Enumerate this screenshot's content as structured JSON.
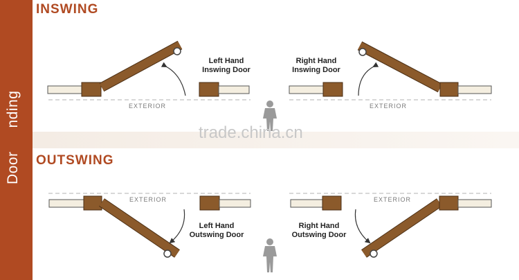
{
  "side_label": [
    "Door",
    "nding"
  ],
  "inswing": {
    "title": "INSWING",
    "left_label": [
      "Left Hand",
      "Inswing Door"
    ],
    "right_label": [
      "Right Hand",
      "Inswing Door"
    ],
    "exterior_left": "EXTERIOR",
    "exterior_right": "EXTERIOR"
  },
  "outswing": {
    "title": "OUTSWING",
    "left_label": [
      "Left Hand",
      "Outswing Door"
    ],
    "right_label": [
      "Right Hand",
      "Outswing Door"
    ],
    "exterior_left": "EXTERIOR",
    "exterior_right": "EXTERIOR"
  },
  "watermark": "trade.china.cn",
  "colors": {
    "accent": "#b04a22",
    "door": "#8b5a2b",
    "wall_fill": "#f4eee0",
    "figure": "#9a9a9a"
  },
  "icons": [
    "person-icon",
    "swing-arrow-icon"
  ]
}
